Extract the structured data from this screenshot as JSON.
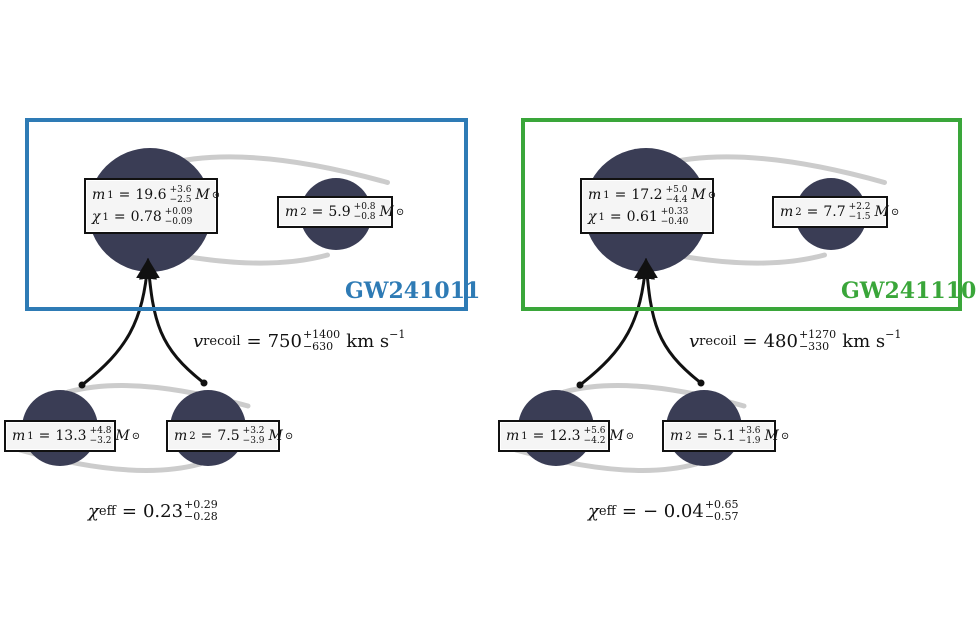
{
  "colors": {
    "left_frame": "#2e7bb5",
    "right_frame": "#3aa63a",
    "bh_fill": "#3a3d55",
    "orbit": "#cccccc"
  },
  "panels": [
    {
      "event": "GW241011",
      "remnant": {
        "m1": {
          "sym": "m",
          "idx": "1",
          "val": "19.6",
          "up": "+3.6",
          "dn": "−2.5",
          "unit": "M",
          "unit_sub": "⊙"
        },
        "chi1": {
          "sym": "χ",
          "idx": "1",
          "val": "0.78",
          "up": "+0.09",
          "dn": "−0.09"
        },
        "m2": {
          "sym": "m",
          "idx": "2",
          "val": "5.9",
          "up": "+0.8",
          "dn": "−0.8",
          "unit": "M",
          "unit_sub": "⊙"
        }
      },
      "recoil": {
        "sym": "v",
        "sub": "recoil",
        "val": "750",
        "up": "+1400",
        "dn": "−630",
        "unit": "km s",
        "exp": "−1"
      },
      "progenitors": {
        "m1": {
          "sym": "m",
          "idx": "1",
          "val": "13.3",
          "up": "+4.8",
          "dn": "−3.2",
          "unit": "M",
          "unit_sub": "⊙"
        },
        "m2": {
          "sym": "m",
          "idx": "2",
          "val": "7.5",
          "up": "+3.2",
          "dn": "−3.9",
          "unit": "M",
          "unit_sub": "⊙"
        }
      },
      "chi_eff": {
        "sym": "χ",
        "sub": "eff",
        "val": "0.23",
        "up": "+0.29",
        "dn": "−0.28"
      }
    },
    {
      "event": "GW241110",
      "remnant": {
        "m1": {
          "sym": "m",
          "idx": "1",
          "val": "17.2",
          "up": "+5.0",
          "dn": "−4.4",
          "unit": "M",
          "unit_sub": "⊙"
        },
        "chi1": {
          "sym": "χ",
          "idx": "1",
          "val": "0.61",
          "up": "+0.33",
          "dn": "−0.40"
        },
        "m2": {
          "sym": "m",
          "idx": "2",
          "val": "7.7",
          "up": "+2.2",
          "dn": "−1.5",
          "unit": "M",
          "unit_sub": "⊙"
        }
      },
      "recoil": {
        "sym": "v",
        "sub": "recoil",
        "val": "480",
        "up": "+1270",
        "dn": "−330",
        "unit": "km s",
        "exp": "−1"
      },
      "progenitors": {
        "m1": {
          "sym": "m",
          "idx": "1",
          "val": "12.3",
          "up": "+5.6",
          "dn": "−4.2",
          "unit": "M",
          "unit_sub": "⊙"
        },
        "m2": {
          "sym": "m",
          "idx": "2",
          "val": "5.1",
          "up": "+3.6",
          "dn": "−1.9",
          "unit": "M",
          "unit_sub": "⊙"
        }
      },
      "chi_eff": {
        "sym": "χ",
        "sub": "eff",
        "val": "− 0.04",
        "up": "+0.65",
        "dn": "−0.57"
      }
    }
  ]
}
